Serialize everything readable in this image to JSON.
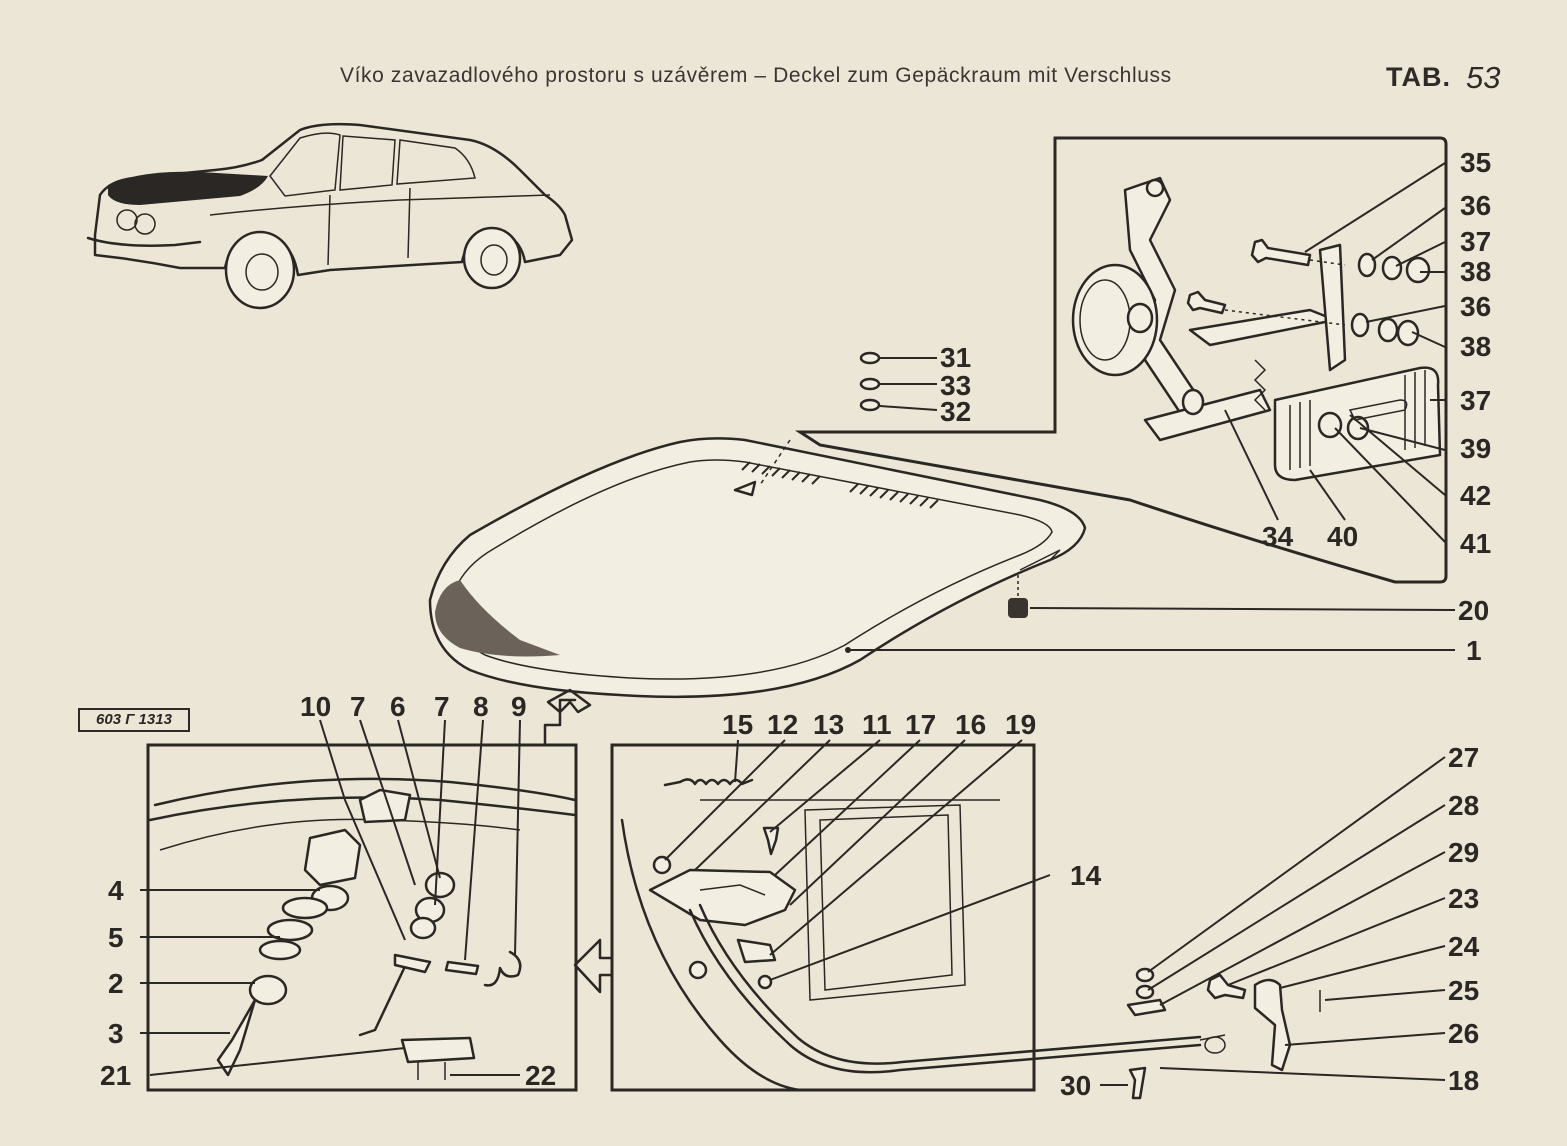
{
  "header": {
    "title": "Víko zavazadlového prostoru s uzávěrem – Deckel zum Gepäckraum mit Verschluss",
    "tab_label": "TAB.",
    "tab_number": "53"
  },
  "drawing_code": "603 Γ 1313",
  "labels": {
    "p1": "1",
    "p2": "2",
    "p3": "3",
    "p4": "4",
    "p5": "5",
    "p6": "6",
    "p7a": "7",
    "p7b": "7",
    "p8": "8",
    "p9": "9",
    "p10": "10",
    "p11": "11",
    "p12": "12",
    "p13": "13",
    "p14": "14",
    "p15": "15",
    "p16": "16",
    "p17": "17",
    "p18": "18",
    "p19": "19",
    "p20": "20",
    "p21": "21",
    "p22": "22",
    "p23": "23",
    "p24": "24",
    "p25": "25",
    "p26": "26",
    "p27": "27",
    "p28": "28",
    "p29": "29",
    "p30": "30",
    "p31": "31",
    "p32": "32",
    "p33": "33",
    "p34": "34",
    "p35": "35",
    "p36a": "36",
    "p36b": "36",
    "p37a": "37",
    "p37b": "37",
    "p38a": "38",
    "p38b": "38",
    "p39": "39",
    "p40": "40",
    "p41": "41",
    "p42": "42"
  }
}
